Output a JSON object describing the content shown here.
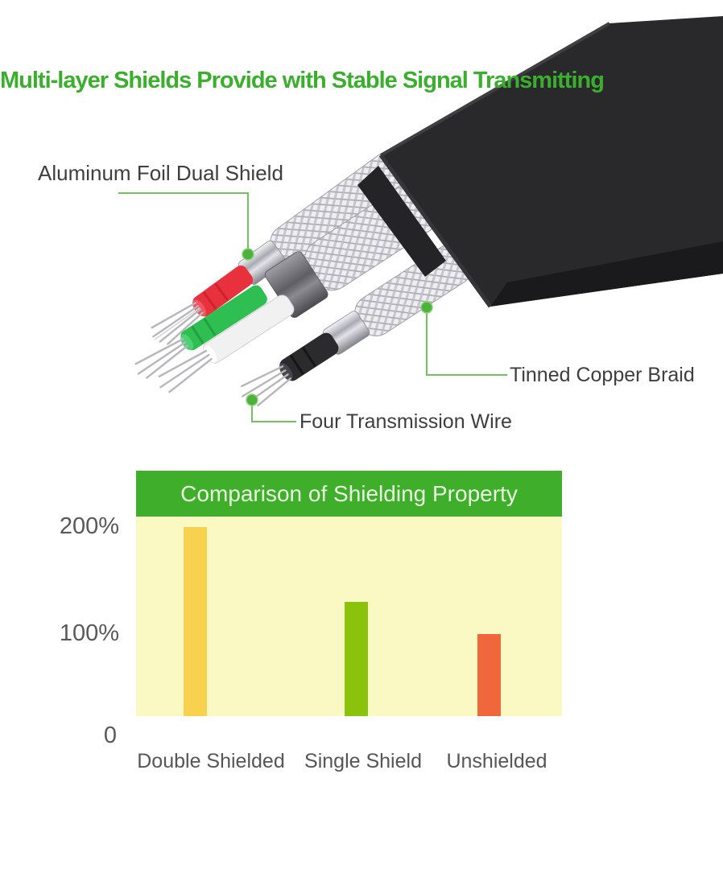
{
  "title": {
    "text": "Multi-layer Shields Provide with Stable Signal Transmitting",
    "color": "#3BAE2E"
  },
  "diagram": {
    "callouts": [
      {
        "label": "Aluminum Foil Dual Shield"
      },
      {
        "label": "Tinned Copper Braid"
      },
      {
        "label": "Four Transmission Wire"
      }
    ],
    "callout_line_color": "#74BF5E",
    "callout_dot_color": "#4DB23B",
    "cable": {
      "jacket_color": "#29292C",
      "wire_colors": [
        "#E8313C",
        "#2FBE52",
        "#F1F1F1",
        "#2B2B2E"
      ],
      "braid_color": "#EFEFF2"
    }
  },
  "chart_data": {
    "type": "bar",
    "title": "Comparison of Shielding Property",
    "categories": [
      "Double Shielded",
      "Single Shield",
      "Unshielded"
    ],
    "values": [
      200,
      130,
      100
    ],
    "unit": "%",
    "y_ticks": [
      "200%",
      "100%",
      "0"
    ],
    "ylim": [
      0,
      215
    ],
    "xlabel": "",
    "ylabel": "",
    "grid": false,
    "legend": "none",
    "bar_colors": [
      "#F8D24E",
      "#8BC30C",
      "#F0673B"
    ],
    "plot_bg": "#FAF9C4",
    "header_bg": "#3FAE2B",
    "header_text_color": "#E9F7E0"
  }
}
